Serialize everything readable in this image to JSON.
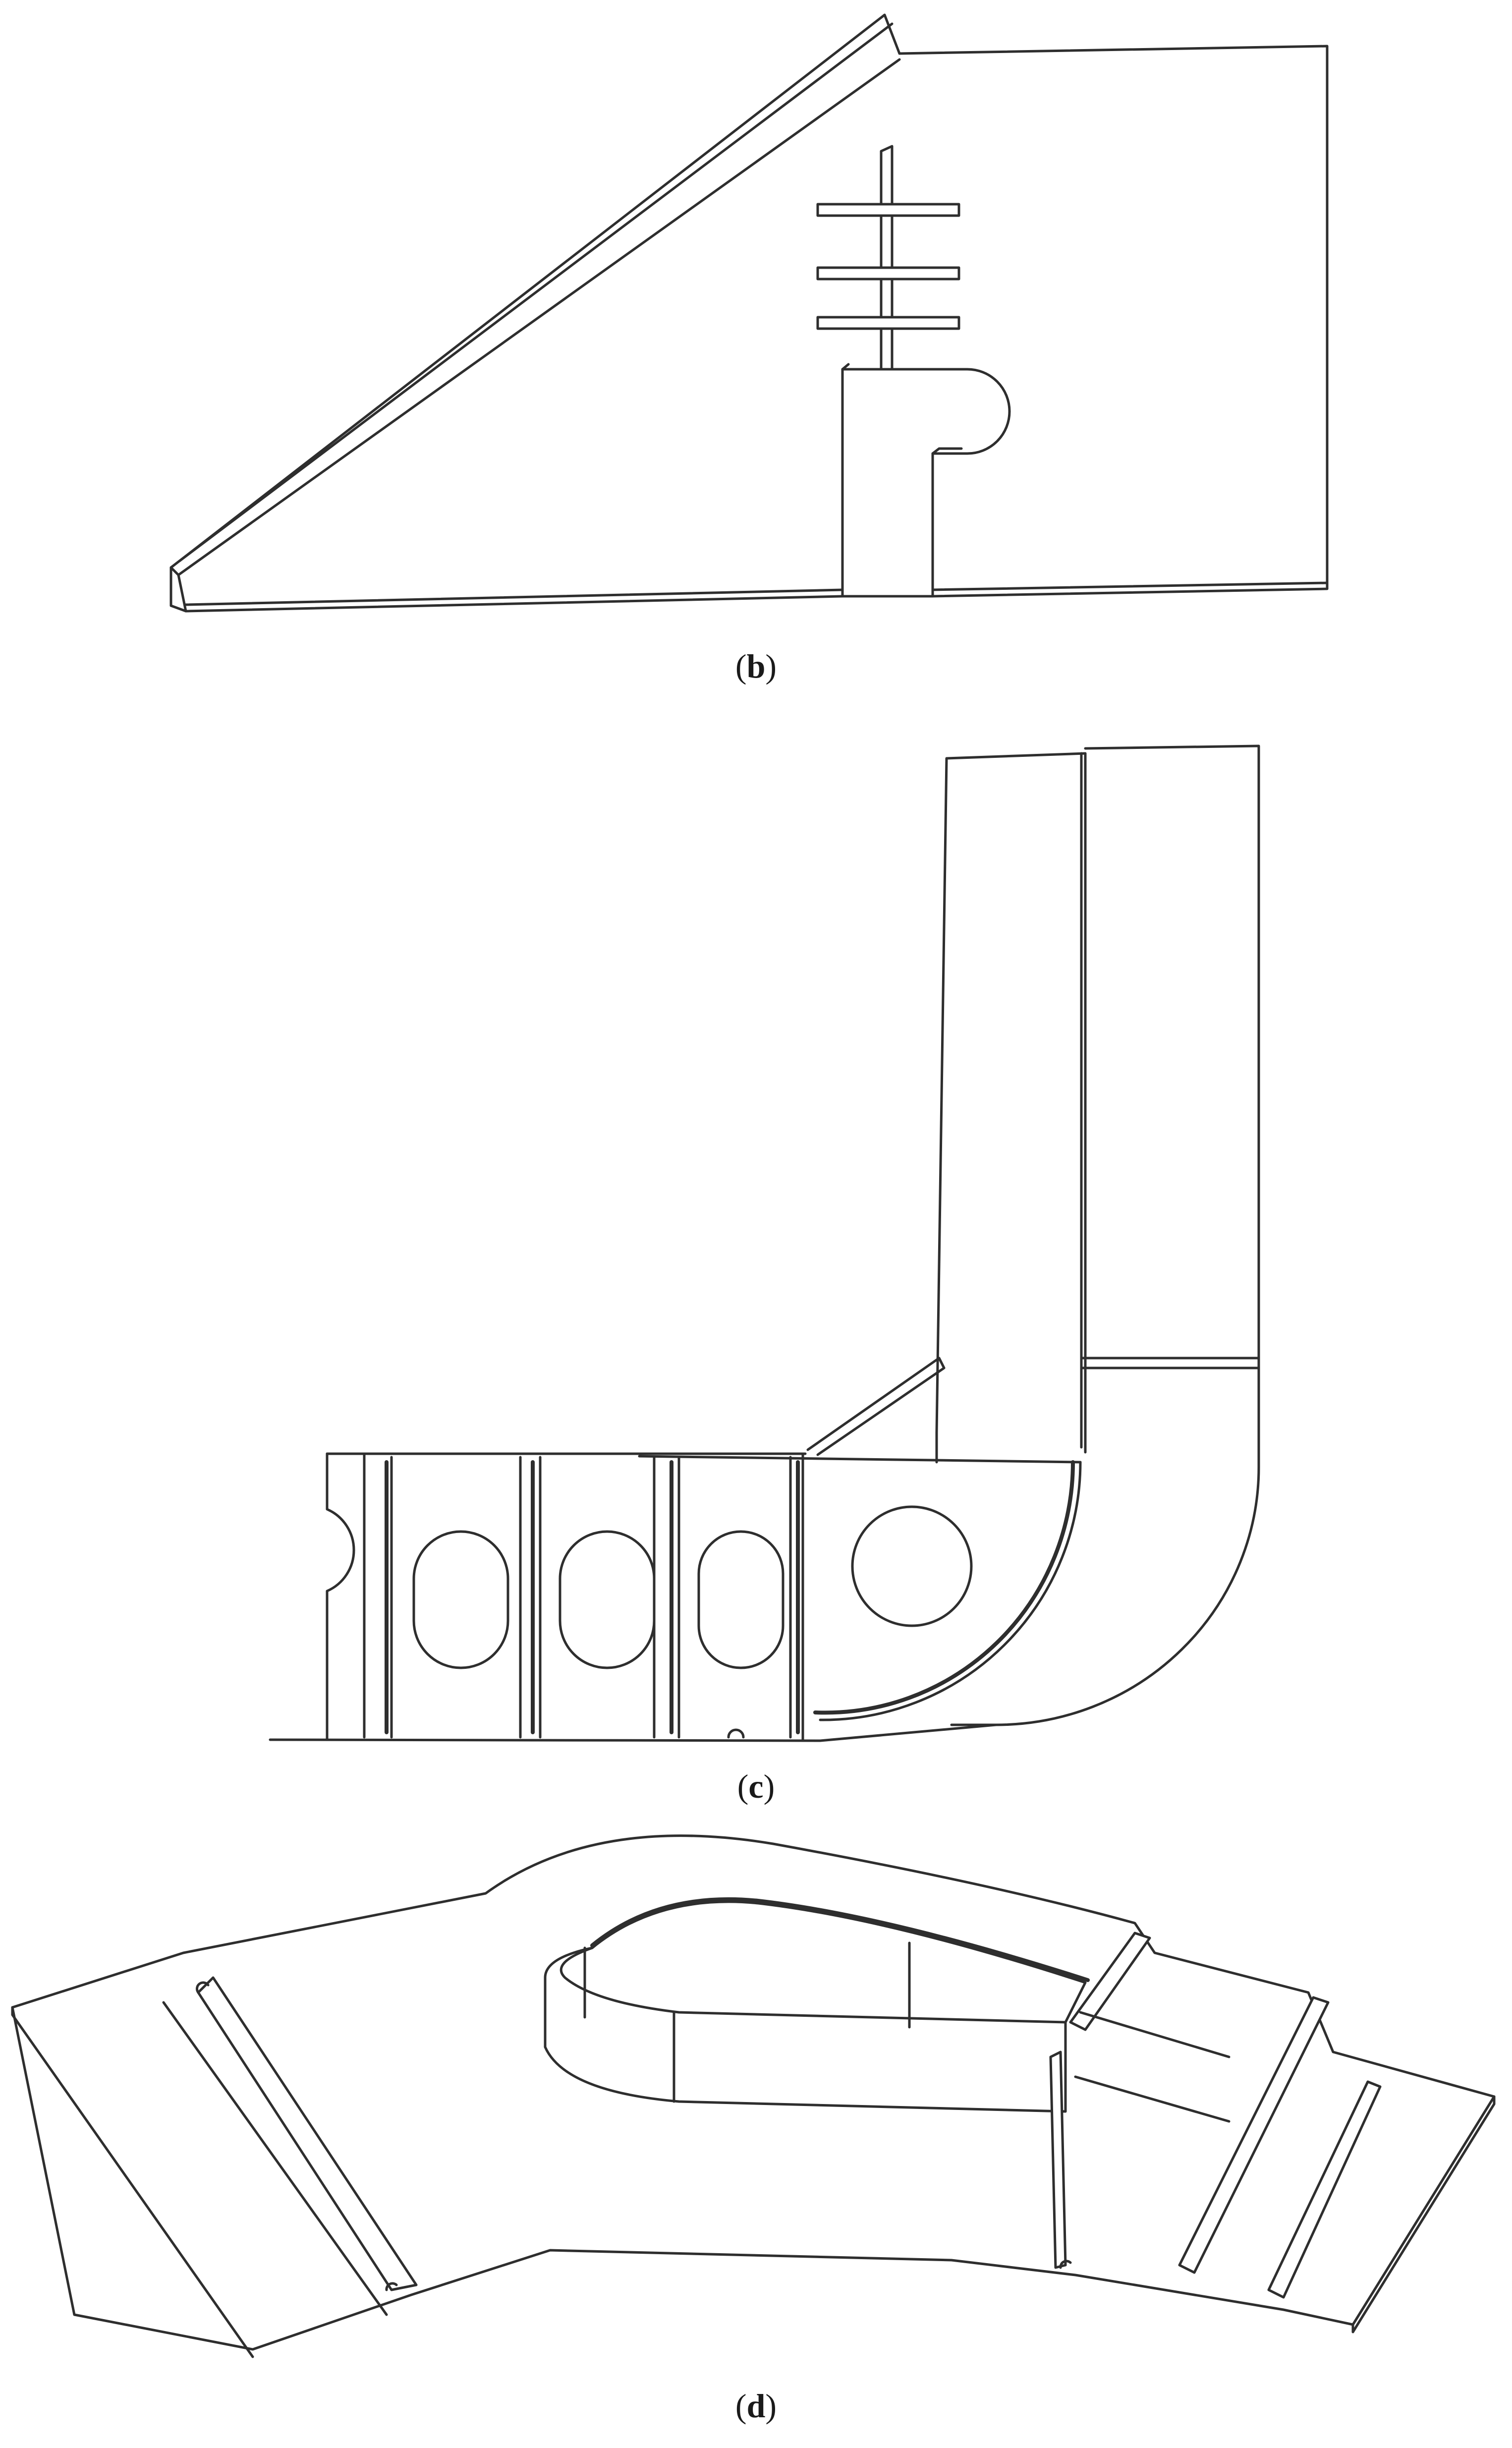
{
  "panels": [
    {
      "id": "b",
      "open": "(",
      "letter": "b",
      "close": ")"
    },
    {
      "id": "c",
      "open": "(",
      "letter": "c",
      "close": ")"
    },
    {
      "id": "d",
      "open": "(",
      "letter": "d",
      "close": ")"
    }
  ]
}
